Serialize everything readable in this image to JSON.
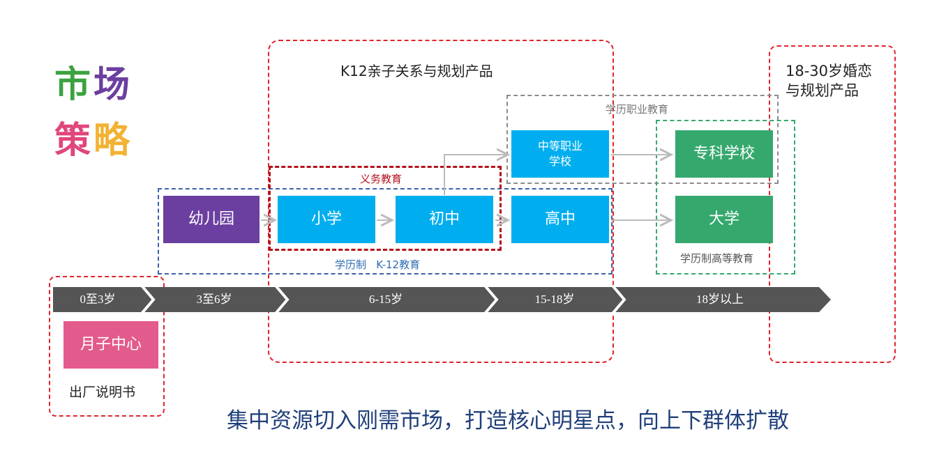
{
  "title": {
    "chars": [
      "市",
      "场",
      "策",
      "略"
    ]
  },
  "groups": {
    "k12": "K12亲子关系与规划产品",
    "marriage": "18-30岁婚恋\n与规划产品",
    "vocational": "学历职业教育",
    "compulsory": "义务教育",
    "k12_system": "学历制   K-12教育",
    "higher_system": "学历制高等教育",
    "confinement_note": "出厂说明书"
  },
  "stages": {
    "kindergarten": "幼儿园",
    "primary": "小学",
    "junior": "初中",
    "senior": "高中",
    "vocational_school": "中等职业\n学校",
    "college": "专科学校",
    "university": "大学",
    "confinement": "月子中心"
  },
  "timeline": [
    "0至3岁",
    "3至6岁",
    "6-15岁",
    "15-18岁",
    "18岁以上"
  ],
  "tagline": "集中资源切入刚需市场，打造核心明星点，向上下群体扩散",
  "colors": {
    "title_1": "#3BA240",
    "title_2": "#6B3FA0",
    "title_3": "#E0467C",
    "title_4": "#F2B233",
    "kindergarten": "#6B3FA0",
    "blue_box": "#00AEEF",
    "green_box": "#35A86E",
    "pink_box": "#E35A8C",
    "timeline": "#555555",
    "red_dash": "#E0242B",
    "dark_red_dash": "#B3121B",
    "blue_dash": "#3D62A8",
    "gray_dash": "#8C8C8C",
    "green_dash": "#35A86E",
    "tagline": "#1F3F7A"
  }
}
